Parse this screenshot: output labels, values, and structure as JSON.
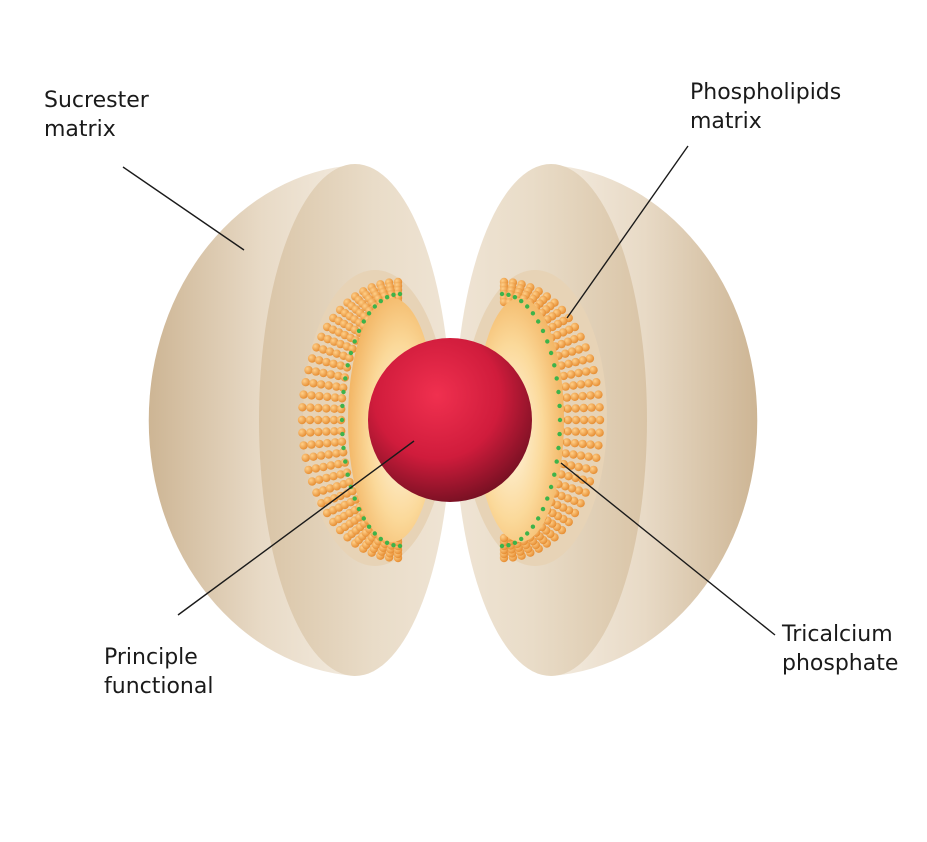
{
  "labels": {
    "sucrester": "Sucrester\nmatrix",
    "phospholipids": "Phospholipids\nmatrix",
    "principle": "Principle\nfunctional",
    "tricalcium": "Tricalcium\nphosphate"
  },
  "colors": {
    "shell_outer": "#d2bc9c",
    "shell_face": "#e6d6bf",
    "phospholipid_bead": "#f0a24a",
    "tricalcium_dot": "#3db34a",
    "core": "#d01c3c",
    "leader_line": "#1a1a1a"
  }
}
